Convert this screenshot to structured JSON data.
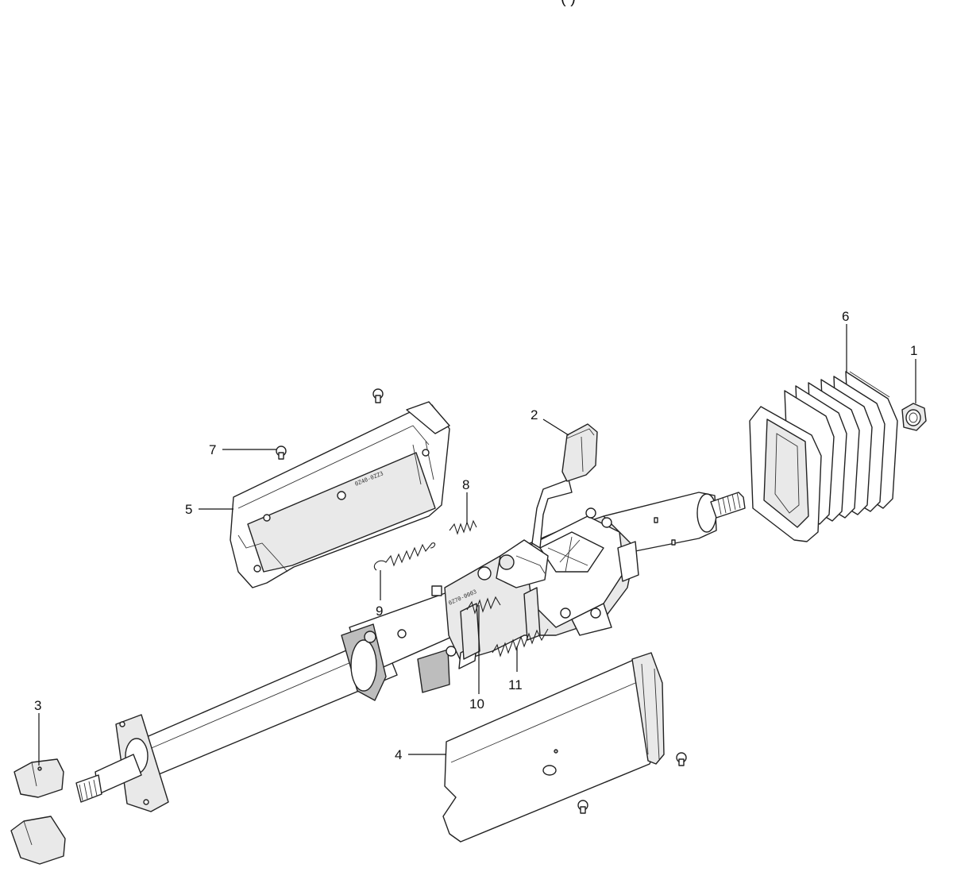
{
  "header_fragment": "(        )",
  "callouts": [
    {
      "id": "1",
      "text": "1"
    },
    {
      "id": "2",
      "text": "2"
    },
    {
      "id": "3",
      "text": "3"
    },
    {
      "id": "4",
      "text": "4"
    },
    {
      "id": "5",
      "text": "5"
    },
    {
      "id": "6",
      "text": "6"
    },
    {
      "id": "7",
      "text": "7"
    },
    {
      "id": "8",
      "text": "8"
    },
    {
      "id": "9",
      "text": "9"
    },
    {
      "id": "10",
      "text": "10"
    },
    {
      "id": "11",
      "text": "11"
    }
  ],
  "part_marks": {
    "upper_cover_code": "0Z40-0ZZ3",
    "housing_code": "0Z70-0003"
  }
}
